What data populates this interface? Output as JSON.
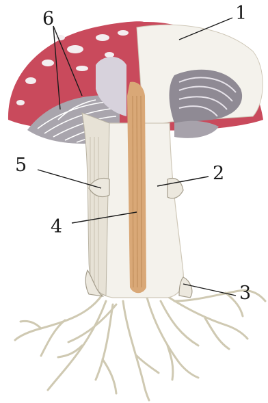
{
  "labels": [
    {
      "id": "1",
      "text": "1"
    },
    {
      "id": "2",
      "text": "2"
    },
    {
      "id": "3",
      "text": "3"
    },
    {
      "id": "4",
      "text": "4"
    },
    {
      "id": "5",
      "text": "5"
    },
    {
      "id": "6",
      "text": "6"
    }
  ],
  "colors": {
    "cap": "#c94a5c",
    "cap_dark": "#a8394a",
    "flesh": "#f4f2ec",
    "flesh_shade": "#e2ddd2",
    "stem_core": "#d9a877",
    "gills": "#8f8a94",
    "roots": "#d8d3bf"
  }
}
